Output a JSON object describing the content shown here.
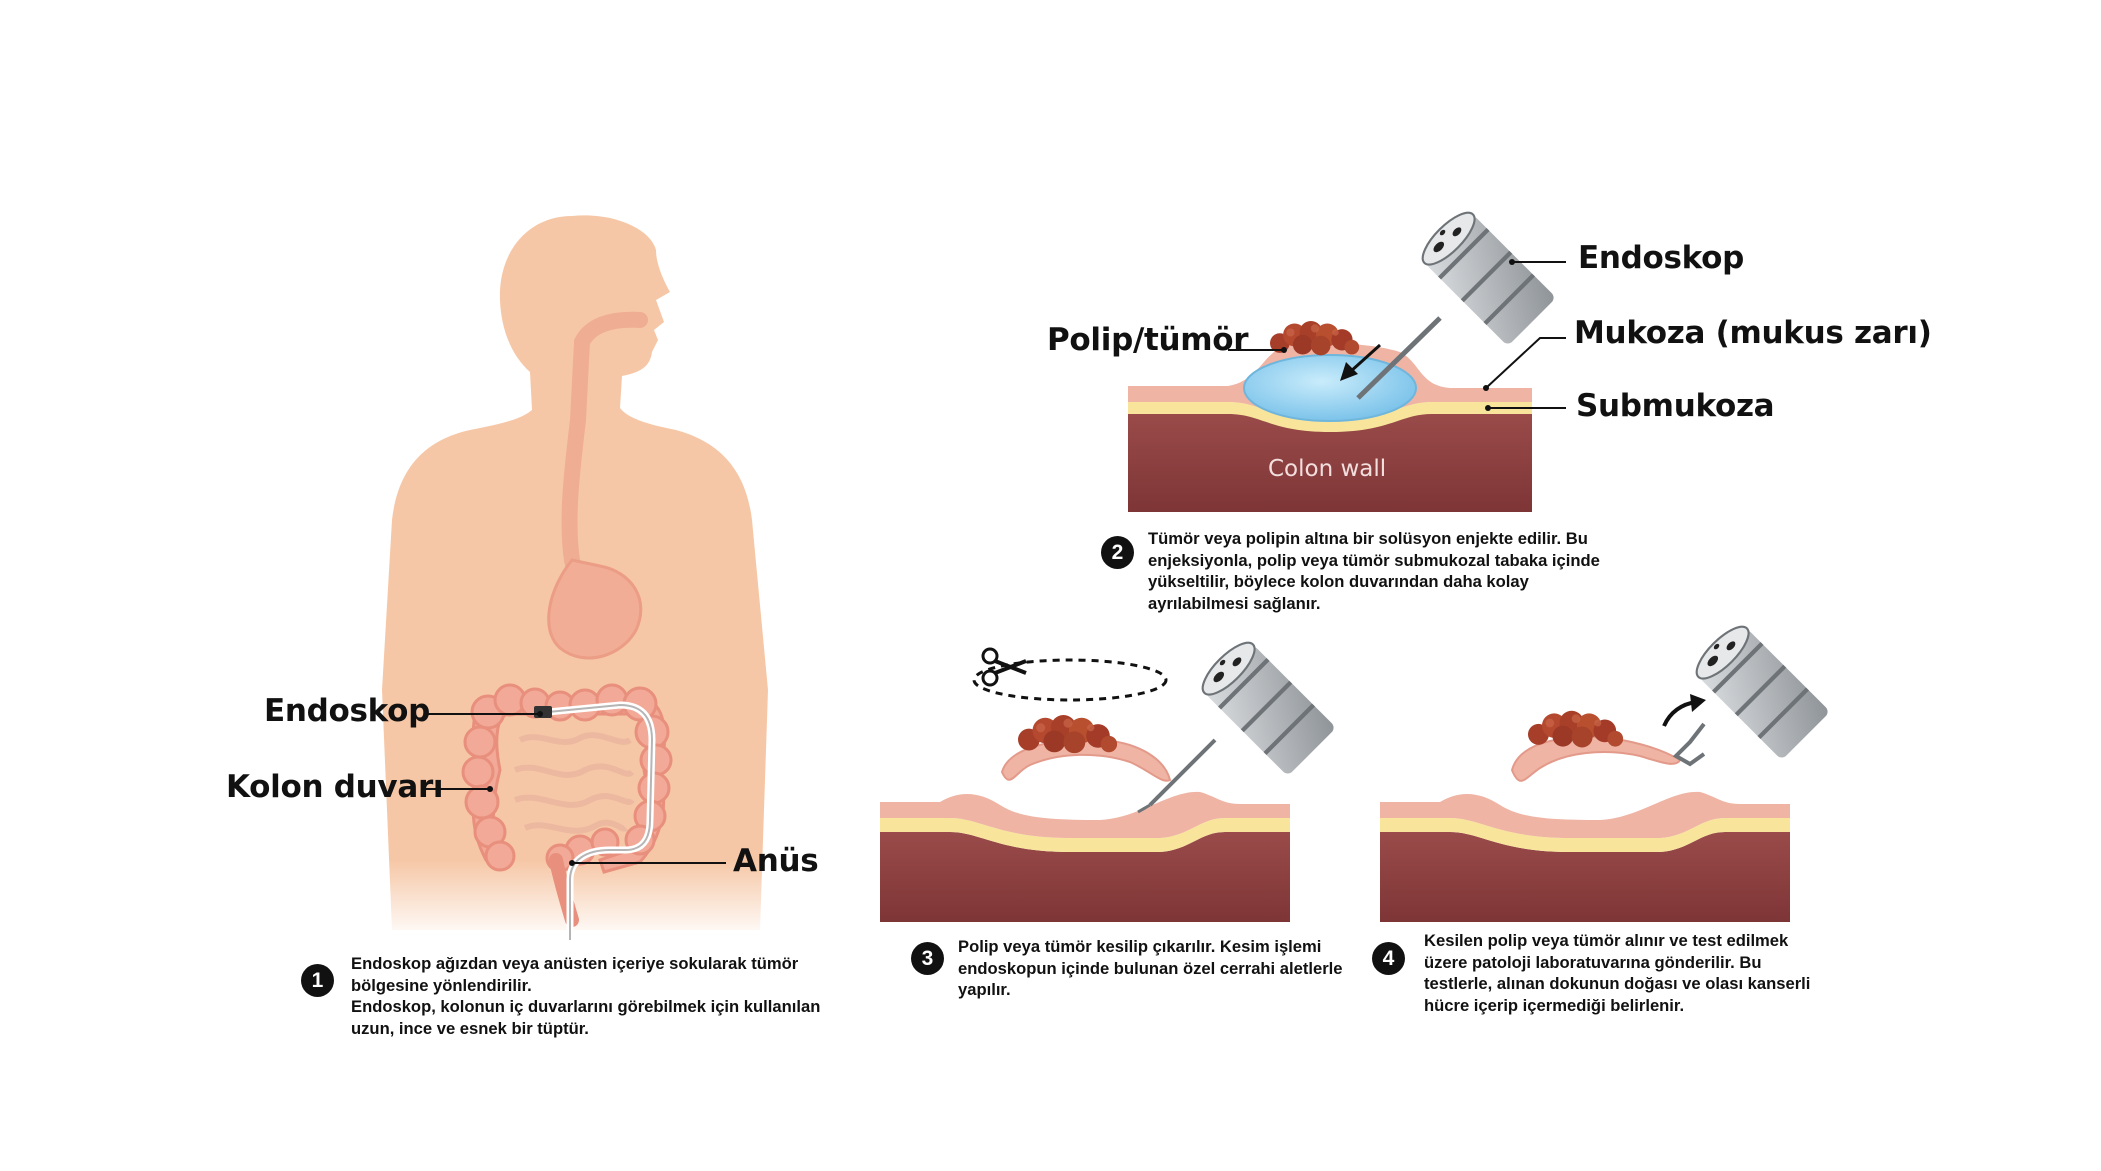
{
  "colors": {
    "skin": "#f6c7a6",
    "skin_dark": "#efb58f",
    "organ": "#f2a997",
    "mucosa": "#efb4a4",
    "submucosa": "#f8e59b",
    "colon_wall": "#8e3f40",
    "injection": "#9fd6f5",
    "polyp": "#b3472f",
    "endoscope": "#9ea3a8",
    "text": "#111111"
  },
  "icons": [
    "scissors-icon",
    "arrow-icon",
    "endoscope-icon"
  ],
  "panel1": {
    "labels": {
      "endoscope": "Endoskop",
      "colon_wall": "Kolon duvarı",
      "anus": "Anüs"
    },
    "step": "1",
    "description": [
      "Endoskop ağızdan veya anüsten içeriye sokularak tümör",
      "bölgesine yönlendirilir.",
      "Endoskop, kolonun iç duvarlarını görebilmek için kullanılan",
      "uzun, ince ve esnek bir tüptür."
    ]
  },
  "panel2": {
    "labels": {
      "endoscope": "Endoskop",
      "polyp": "Polip/tümör",
      "mucosa": "Mukoza (mukus zarı)",
      "submucosa": "Submukoza",
      "colon_wall": "Colon wall"
    },
    "step": "2",
    "description": [
      "Tümör veya polipin altına bir solüsyon enjekte edilir. Bu",
      "enjeksiyonla, polip veya tümör submukozal tabaka içinde",
      "yükseltilir, böylece kolon duvarından daha kolay",
      "ayrılabilmesi sağlanır."
    ]
  },
  "panel3": {
    "step": "3",
    "description": [
      "Polip veya tümör kesilip çıkarılır. Kesim işlemi",
      "endoskopun içinde bulunan özel cerrahi aletlerle",
      "yapılır."
    ]
  },
  "panel4": {
    "step": "4",
    "description": [
      "Kesilen polip veya tümör alınır ve test edilmek",
      "üzere patoloji laboratuvarına gönderilir. Bu",
      "testlerle, alınan dokunun doğası ve olası kanserli",
      "hücre içerip içermediği belirlenir."
    ]
  }
}
